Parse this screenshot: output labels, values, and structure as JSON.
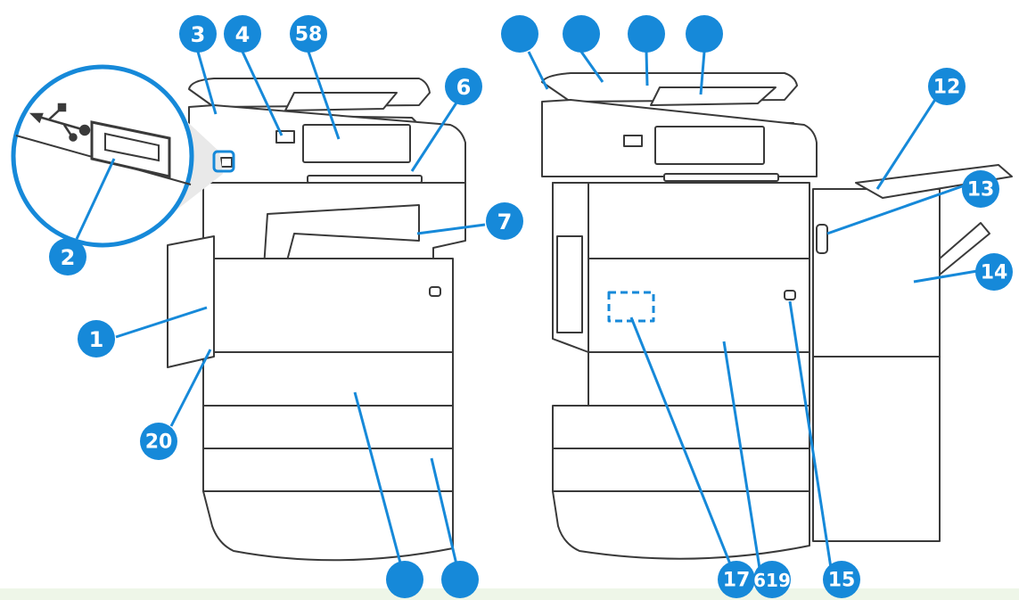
{
  "colors": {
    "callout": "#1689d9",
    "outline": "#3a3a3a",
    "fill": "#ffffff",
    "shade": "#e9e9e9",
    "ground": "#eef6e8"
  },
  "icons": [
    "usb-icon"
  ],
  "callouts": [
    {
      "id": "c3",
      "label": "3"
    },
    {
      "id": "c4",
      "label": "4"
    },
    {
      "id": "c58",
      "label": "58"
    },
    {
      "id": "c6",
      "label": "6"
    },
    {
      "id": "c7",
      "label": "7"
    },
    {
      "id": "c2",
      "label": "2"
    },
    {
      "id": "c1",
      "label": "1"
    },
    {
      "id": "c20",
      "label": "20"
    },
    {
      "id": "c9",
      "label": ""
    },
    {
      "id": "c10",
      "label": ""
    },
    {
      "id": "r1",
      "label": ""
    },
    {
      "id": "r2",
      "label": ""
    },
    {
      "id": "r3",
      "label": ""
    },
    {
      "id": "r4",
      "label": ""
    },
    {
      "id": "c12",
      "label": "12"
    },
    {
      "id": "c13",
      "label": "13"
    },
    {
      "id": "c14",
      "label": "14"
    },
    {
      "id": "c17",
      "label": "17"
    },
    {
      "id": "c19",
      "label": "619"
    },
    {
      "id": "c15",
      "label": "15"
    }
  ]
}
